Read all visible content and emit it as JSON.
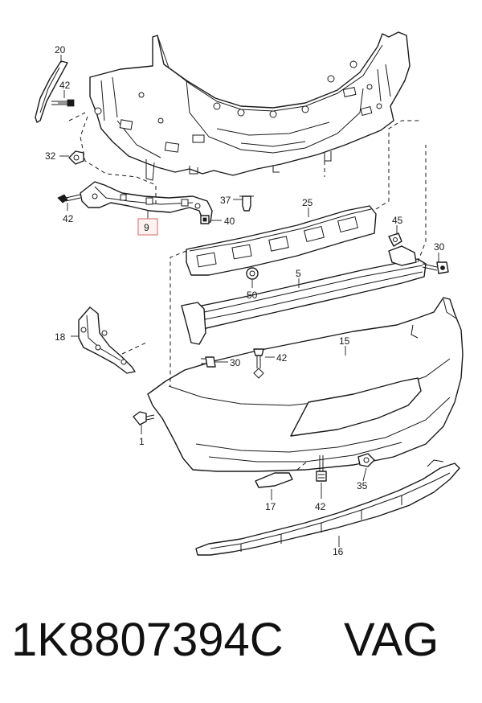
{
  "callouts": {
    "c20": "20",
    "c42a": "42",
    "c32": "32",
    "c42b": "42",
    "c9": "9",
    "c37": "37",
    "c40": "40",
    "c25": "25",
    "c45": "45",
    "c30a": "30",
    "c50": "50",
    "c5": "5",
    "c18": "18",
    "c30b": "30",
    "c42c": "42",
    "c15": "15",
    "c1": "1",
    "c17": "17",
    "c42d": "42",
    "c35": "35",
    "c16": "16"
  },
  "highlighted_callout": "9",
  "colors": {
    "highlight_border": "#e08a8a",
    "highlight_fill": "#fdf2f2",
    "ink": "#1a1a1a"
  },
  "footer": {
    "part_number": "1K8807394C",
    "brand": "VAG"
  }
}
